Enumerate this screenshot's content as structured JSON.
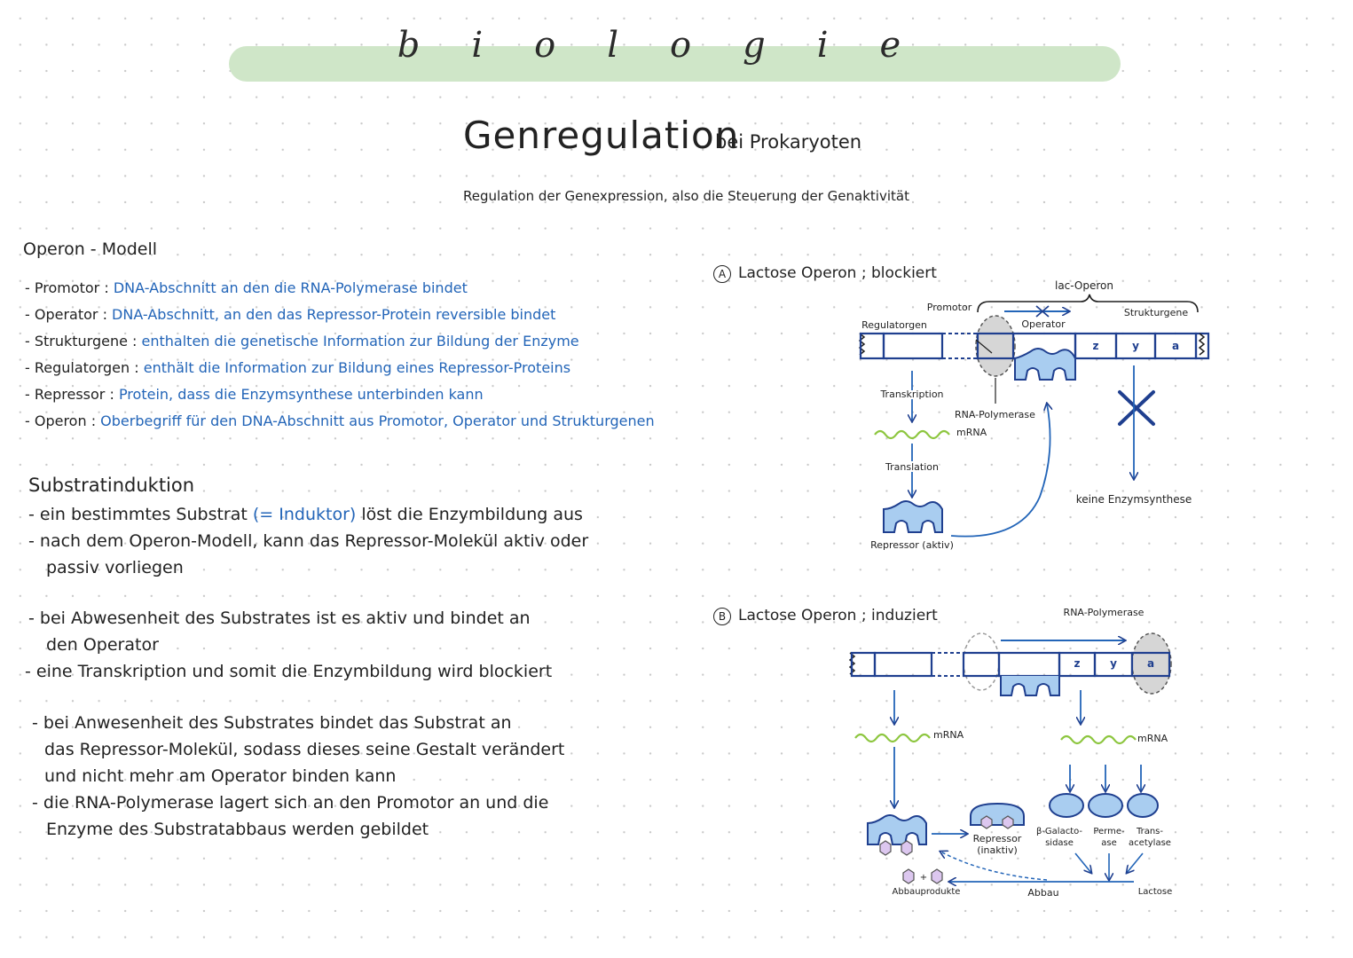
{
  "banner": {
    "text": "biologie",
    "color": "#cfe6c8"
  },
  "header": {
    "title": "Genregulation",
    "title_suffix": "bei Prokaryoten",
    "subtitle": "Regulation der Genexpression, also die Steuerung der Genaktivität"
  },
  "operon_model": {
    "heading": "Operon - Modell",
    "items": [
      {
        "term": "Promotor",
        "description": "DNA-Abschnitt an den die RNA-Polymerase bindet"
      },
      {
        "term": "Operator",
        "description": "DNA-Abschnitt, an den das Repressor-Protein reversible bindet"
      },
      {
        "term": "Strukturgene",
        "description": "enthalten die genetische Information zur Bildung der Enzyme"
      },
      {
        "term": "Regulatorgen",
        "description": "enthält die Information zur Bildung eines Repressor-Proteins"
      },
      {
        "term": "Repressor",
        "description": "Protein, dass die Enzymsynthese unterbinden kann"
      },
      {
        "term": "Operon",
        "description": "Oberbegriff für den DNA-Abschnitt aus Promotor, Operator und Strukturgenen"
      }
    ]
  },
  "substrate_induction": {
    "heading": "Substratinduktion",
    "lines": [
      {
        "text": "- ein bestimmtes Substrat ",
        "note": "(= Induktor)",
        "rest": " löst die Enzymbildung aus"
      },
      {
        "text": "- nach dem Operon-Modell, kann das Repressor-Molekül aktiv oder"
      },
      {
        "text": "passiv vorliegen"
      },
      {
        "text": "- bei Abwesenheit des Substrates ist es aktiv und bindet an"
      },
      {
        "text": "den Operator"
      },
      {
        "text": "- eine Transkription und somit die Enzymbildung wird blockiert"
      },
      {
        "text": "- bei Anwesenheit des Substrates bindet das Substrat an"
      },
      {
        "text": "das Repressor-Molekül, sodass dieses seine Gestalt verändert"
      },
      {
        "text": "und nicht mehr am Operator binden kann"
      },
      {
        "text": "- die RNA-Polymerase lagert sich an den Promotor an und die"
      },
      {
        "text": "Enzyme des Substratabbaus werden gebildet"
      }
    ]
  },
  "diagram_a": {
    "marker": "A",
    "title": "Lactose Operon ; blockiert",
    "labels": {
      "lac_operon": "lac-Operon",
      "promotor": "Promotor",
      "strukturgene": "Strukturgene",
      "regulatorgen": "Regulatorgen",
      "operator": "Operator",
      "gene_z": "z",
      "gene_y": "y",
      "gene_a": "a",
      "transkription": "Transkription",
      "rna_polymerase": "RNA-Polymerase",
      "mrna": "mRNA",
      "translation": "Translation",
      "repressor": "Repressor (aktiv)",
      "keine_enzymsynthese": "keine Enzymsynthese"
    }
  },
  "diagram_b": {
    "marker": "B",
    "title": "Lactose Operon ; induziert",
    "labels": {
      "rna_polymerase": "RNA-Polymerase",
      "gene_z": "z",
      "gene_y": "y",
      "gene_a": "a",
      "mrna_left": "mRNA",
      "mrna_right": "mRNA",
      "repressor_line1": "Repressor",
      "repressor_line2": "(inaktiv)",
      "galacto_line1": "β-Galacto-",
      "galacto_line2": "sidase",
      "permease_line1": "Perme-",
      "permease_line2": "ase",
      "trans_line1": "Trans-",
      "trans_line2": "acetylase",
      "abbauprodukte": "Abbauprodukte",
      "abbau": "Abbau",
      "lactose": "Lactose"
    }
  },
  "colors": {
    "ink": "#1f3f8f",
    "protein": "#a9cdf0",
    "mrna": "#8dc63f",
    "grey_shape": "#d6d6d6",
    "text_blue": "#2365b8",
    "lactose": "#dcc7ef"
  }
}
